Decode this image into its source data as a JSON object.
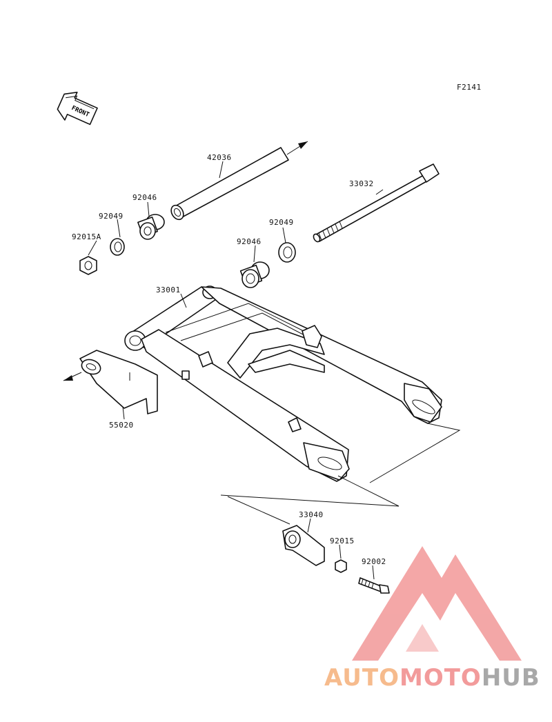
{
  "diagram": {
    "code": "F2141",
    "front_label": "FRONT",
    "parts": [
      {
        "id": "42036"
      },
      {
        "id": "33032"
      },
      {
        "id": "92046"
      },
      {
        "id": "92049"
      },
      {
        "id": "92015A"
      },
      {
        "id": "92049"
      },
      {
        "id": "92046"
      },
      {
        "id": "33001"
      },
      {
        "id": "55020"
      },
      {
        "id": "33040"
      },
      {
        "id": "92015"
      },
      {
        "id": "92002"
      }
    ]
  },
  "watermark": {
    "word_1": "AUTO",
    "word_2": "MOTO",
    "word_3": "HUB",
    "colors": {
      "orange": "#f5b07a",
      "red": "#f08a8a",
      "gray": "#9a9a9a"
    }
  }
}
